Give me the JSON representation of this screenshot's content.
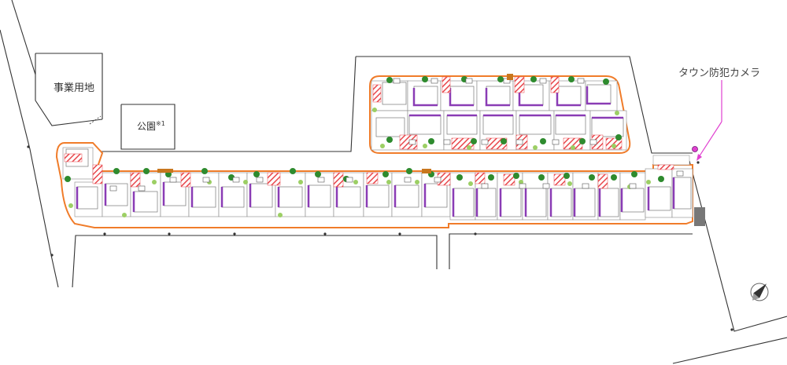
{
  "map": {
    "labels": {
      "business_land": "事業用地",
      "park": "公園",
      "park_note": "※1",
      "security_camera": "タウン防犯カメラ"
    },
    "colors": {
      "road_line": "#333333",
      "parcel_line": "#888888",
      "boundary": "#f07c2a",
      "building_edge": "#8a3cb5",
      "hatch": "#e8464b",
      "tree": "#2e8b2e",
      "shrub": "#9ccf64",
      "camera_marker": "#e040d0"
    },
    "icons": [
      "north-arrow-icon",
      "camera-marker-icon"
    ]
  }
}
